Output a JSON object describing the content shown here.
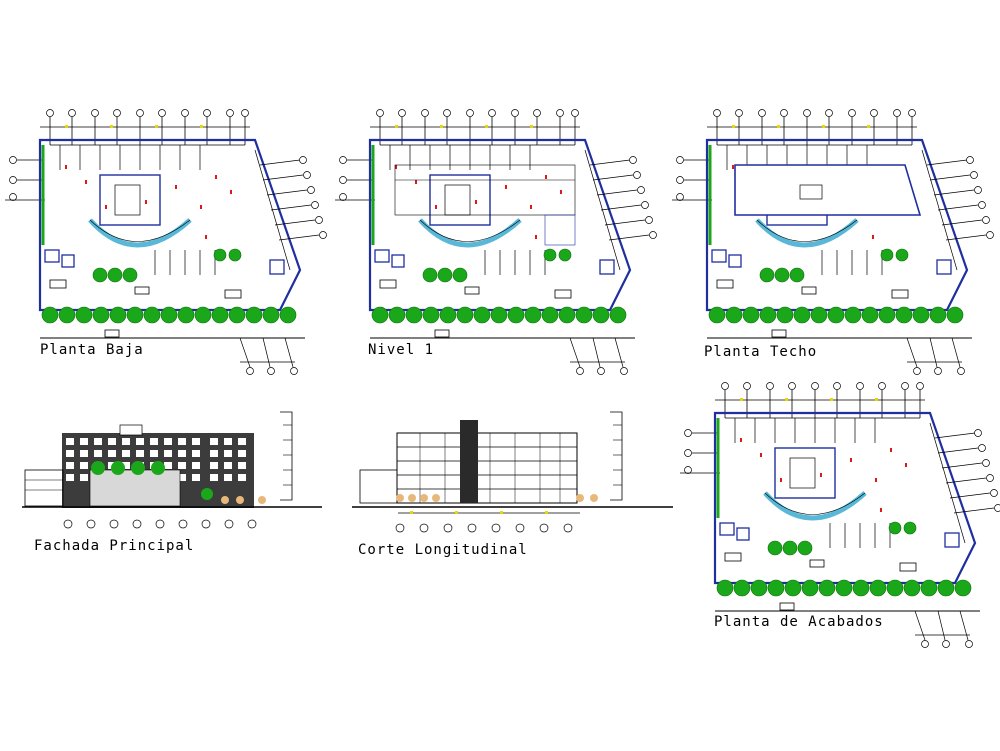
{
  "drawing": {
    "labels": {
      "planta_baja": "Planta Baja",
      "nivel_1": "Nivel 1",
      "planta_techo": "Planta Techo",
      "fachada_principal": "Fachada Principal",
      "corte_longitudinal": "Corte Longitudinal",
      "planta_acabados": "Planta de Acabados"
    }
  },
  "colors": {
    "outline": "#1f2fa0",
    "lines": "#000000",
    "trees": "#1aa81a",
    "accent_red": "#e01818",
    "accent_yellow": "#e8d800",
    "curve_cyan": "#59b8d8",
    "sand": "#e8b87a"
  }
}
